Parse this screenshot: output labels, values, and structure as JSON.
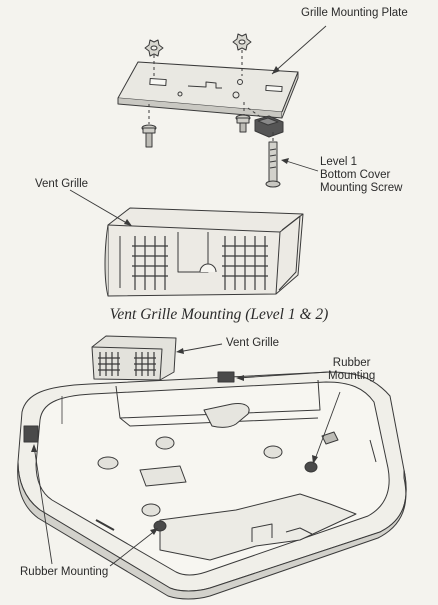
{
  "labels": {
    "grille_mounting_plate": "Grille Mounting Plate",
    "level_1": "Level 1",
    "bottom_cover": "Bottom Cover",
    "mounting_screw": "Mounting Screw",
    "vent_grille_top": "Vent Grille",
    "caption": "Vent Grille Mounting (Level 1 & 2)",
    "vent_grille_bottom": "Vent Grille",
    "rubber_right_line1": "Rubber",
    "rubber_right_line2": "Mounting",
    "rubber_bottom": "Rubber Mounting"
  },
  "colors": {
    "paper": "#f4f3ee",
    "line": "#3a3a3a",
    "shade": "#b9b9b4",
    "dark": "#4a4a4a"
  }
}
